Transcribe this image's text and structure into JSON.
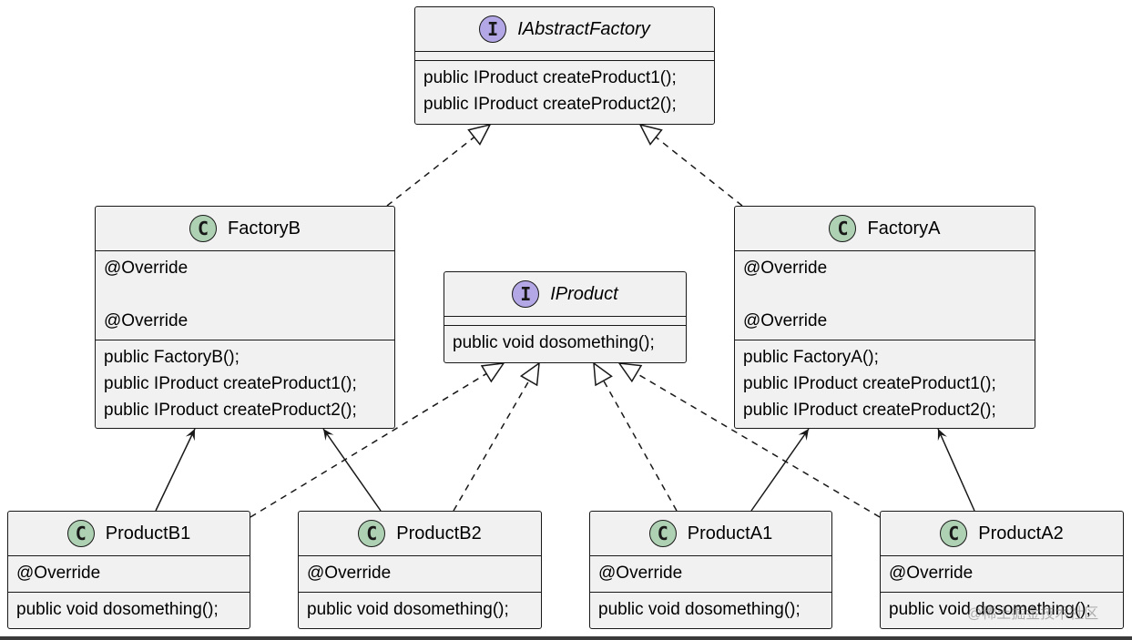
{
  "classes": {
    "iabstractfactory": {
      "name": "IAbstractFactory",
      "stereo": "I",
      "fields": [],
      "methods": [
        "public IProduct createProduct1();",
        "public IProduct createProduct2();"
      ]
    },
    "factoryb": {
      "name": "FactoryB",
      "stereo": "C",
      "fields": [
        "@Override",
        "",
        "@Override"
      ],
      "methods": [
        "public FactoryB();",
        "public IProduct createProduct1();",
        "public IProduct createProduct2();"
      ]
    },
    "factorya": {
      "name": "FactoryA",
      "stereo": "C",
      "fields": [
        "@Override",
        "",
        "@Override"
      ],
      "methods": [
        "public FactoryA();",
        "public IProduct createProduct1();",
        "public IProduct createProduct2();"
      ]
    },
    "iproduct": {
      "name": "IProduct",
      "stereo": "I",
      "fields": [],
      "methods": [
        "public void dosomething();"
      ]
    },
    "productb1": {
      "name": "ProductB1",
      "stereo": "C",
      "fields": [
        "@Override"
      ],
      "methods": [
        "public void dosomething();"
      ]
    },
    "productb2": {
      "name": "ProductB2",
      "stereo": "C",
      "fields": [
        "@Override"
      ],
      "methods": [
        "public void dosomething();"
      ]
    },
    "producta1": {
      "name": "ProductA1",
      "stereo": "C",
      "fields": [
        "@Override"
      ],
      "methods": [
        "public void dosomething();"
      ]
    },
    "producta2": {
      "name": "ProductA2",
      "stereo": "C",
      "fields": [
        "@Override"
      ],
      "methods": [
        "public void dosomething();"
      ]
    }
  },
  "relations": [
    {
      "from": "FactoryB",
      "to": "IAbstractFactory",
      "type": "realization"
    },
    {
      "from": "FactoryA",
      "to": "IAbstractFactory",
      "type": "realization"
    },
    {
      "from": "ProductB1",
      "to": "IProduct",
      "type": "realization"
    },
    {
      "from": "ProductB2",
      "to": "IProduct",
      "type": "realization"
    },
    {
      "from": "ProductA1",
      "to": "IProduct",
      "type": "realization"
    },
    {
      "from": "ProductA2",
      "to": "IProduct",
      "type": "realization"
    },
    {
      "from": "ProductB1",
      "to": "FactoryB",
      "type": "association"
    },
    {
      "from": "ProductB2",
      "to": "FactoryB",
      "type": "association"
    },
    {
      "from": "ProductA1",
      "to": "FactoryA",
      "type": "association"
    },
    {
      "from": "ProductA2",
      "to": "FactoryA",
      "type": "association"
    }
  ],
  "colors": {
    "class_fill": "#f1f1f1",
    "border": "#181818",
    "class_stereo": "#add1b2",
    "interface_stereo": "#b4a7e5"
  },
  "watermark": "@稀土掘金技术社区"
}
